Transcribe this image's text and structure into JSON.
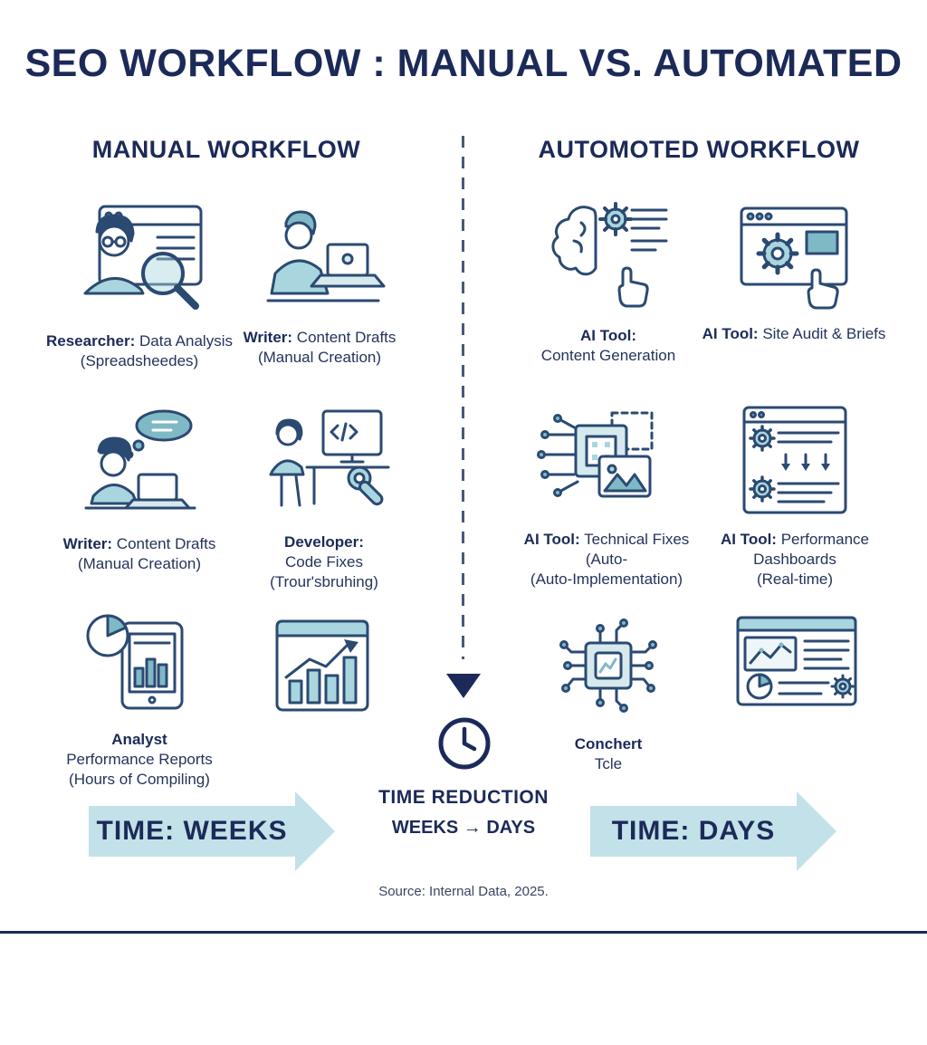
{
  "title": "SEO WORKFLOW : MANUAL VS. AUTOMATED",
  "manual": {
    "header": "MANUAL WORKFLOW",
    "time_label": "TIME: WEEKS",
    "items": [
      {
        "icon": "researcher-magnifier-icon",
        "strong": "Researcher:",
        "normal": " Data Analysis",
        "sub": "(Spreadsheedes)"
      },
      {
        "icon": "writer-laptop-icon",
        "strong": "Writer:",
        "normal": " Content Drafts",
        "sub": "(Manual Creation)"
      },
      {
        "icon": "writer-thinking-icon",
        "strong": "Writer:",
        "normal": " Content Drafts",
        "sub": "(Manual Creation)"
      },
      {
        "icon": "developer-wrench-icon",
        "strong": "Developer:",
        "normal": "Code Fixes",
        "sub": "(Trour'sbruhing)"
      },
      {
        "icon": "analyst-reports-icon",
        "strong": "Analyst",
        "normal": "Performance Reports",
        "sub": "(Hours of Compiling)"
      },
      {
        "icon": "bar-chart-trend-icon",
        "strong": "",
        "normal": "",
        "sub": ""
      }
    ]
  },
  "automated": {
    "header": "AUTOMOTED WORKFLOW",
    "time_label": "TIME: DAYS",
    "items": [
      {
        "icon": "ai-brain-gear-icon",
        "strong": "AI Tool:",
        "normal": "Content Generation",
        "sub": ""
      },
      {
        "icon": "site-audit-gear-icon",
        "strong": "AI Tool:",
        "normal": " Site Audit & Briefs",
        "sub": ""
      },
      {
        "icon": "technical-fixes-chip-icon",
        "strong": "AI Tool:",
        "normal": " Technical Fixes (Auto-",
        "sub": "(Auto-Implementation)"
      },
      {
        "icon": "performance-dashboards-icon",
        "strong": "AI Tool:",
        "normal": " Performance Dashboards",
        "sub": "(Real-time)"
      },
      {
        "icon": "microchip-circuit-icon",
        "strong": "Conchert",
        "normal": "Tcle",
        "sub": ""
      },
      {
        "icon": "analytics-dashboard-icon",
        "strong": "",
        "normal": "",
        "sub": ""
      }
    ]
  },
  "center": {
    "reduction_title": "TIME REDUCTION",
    "reduction_sub": "WEEKS → DAYS",
    "source": "Source: Internal Data, 2025."
  },
  "colors": {
    "navy": "#1c2a58",
    "icon_stroke": "#2b4a72",
    "teal_light": "#a9d6de",
    "teal_mid": "#7fb9c6",
    "arrow_fill": "#c3e1e8",
    "background": "#ffffff"
  }
}
